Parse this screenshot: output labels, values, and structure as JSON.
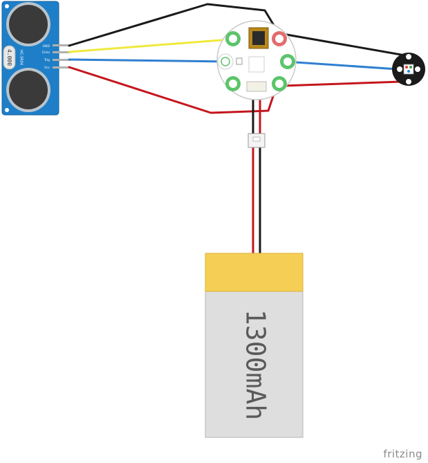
{
  "app": {
    "watermark": "fritzing"
  },
  "sensor": {
    "model_text": "4.000",
    "part_text": "HC-SR04",
    "pin_labels": [
      "GND",
      "Echo",
      "Trig",
      "Vcc"
    ]
  },
  "battery": {
    "capacity_label": "1300mAh"
  },
  "colors": {
    "sensor_board": "#1e7fc8",
    "sensor_eye": "#3a3a3a",
    "battery_top": "#f5cf55",
    "battery_body": "#dedede",
    "wire_black": "#1a1a1a",
    "wire_yellow": "#f0e93c",
    "wire_blue": "#2f7fd0",
    "wire_red": "#c4161c",
    "pad_green": "#5cc46a",
    "pad_red": "#e36b6b",
    "led_body": "#1b1b1b"
  }
}
